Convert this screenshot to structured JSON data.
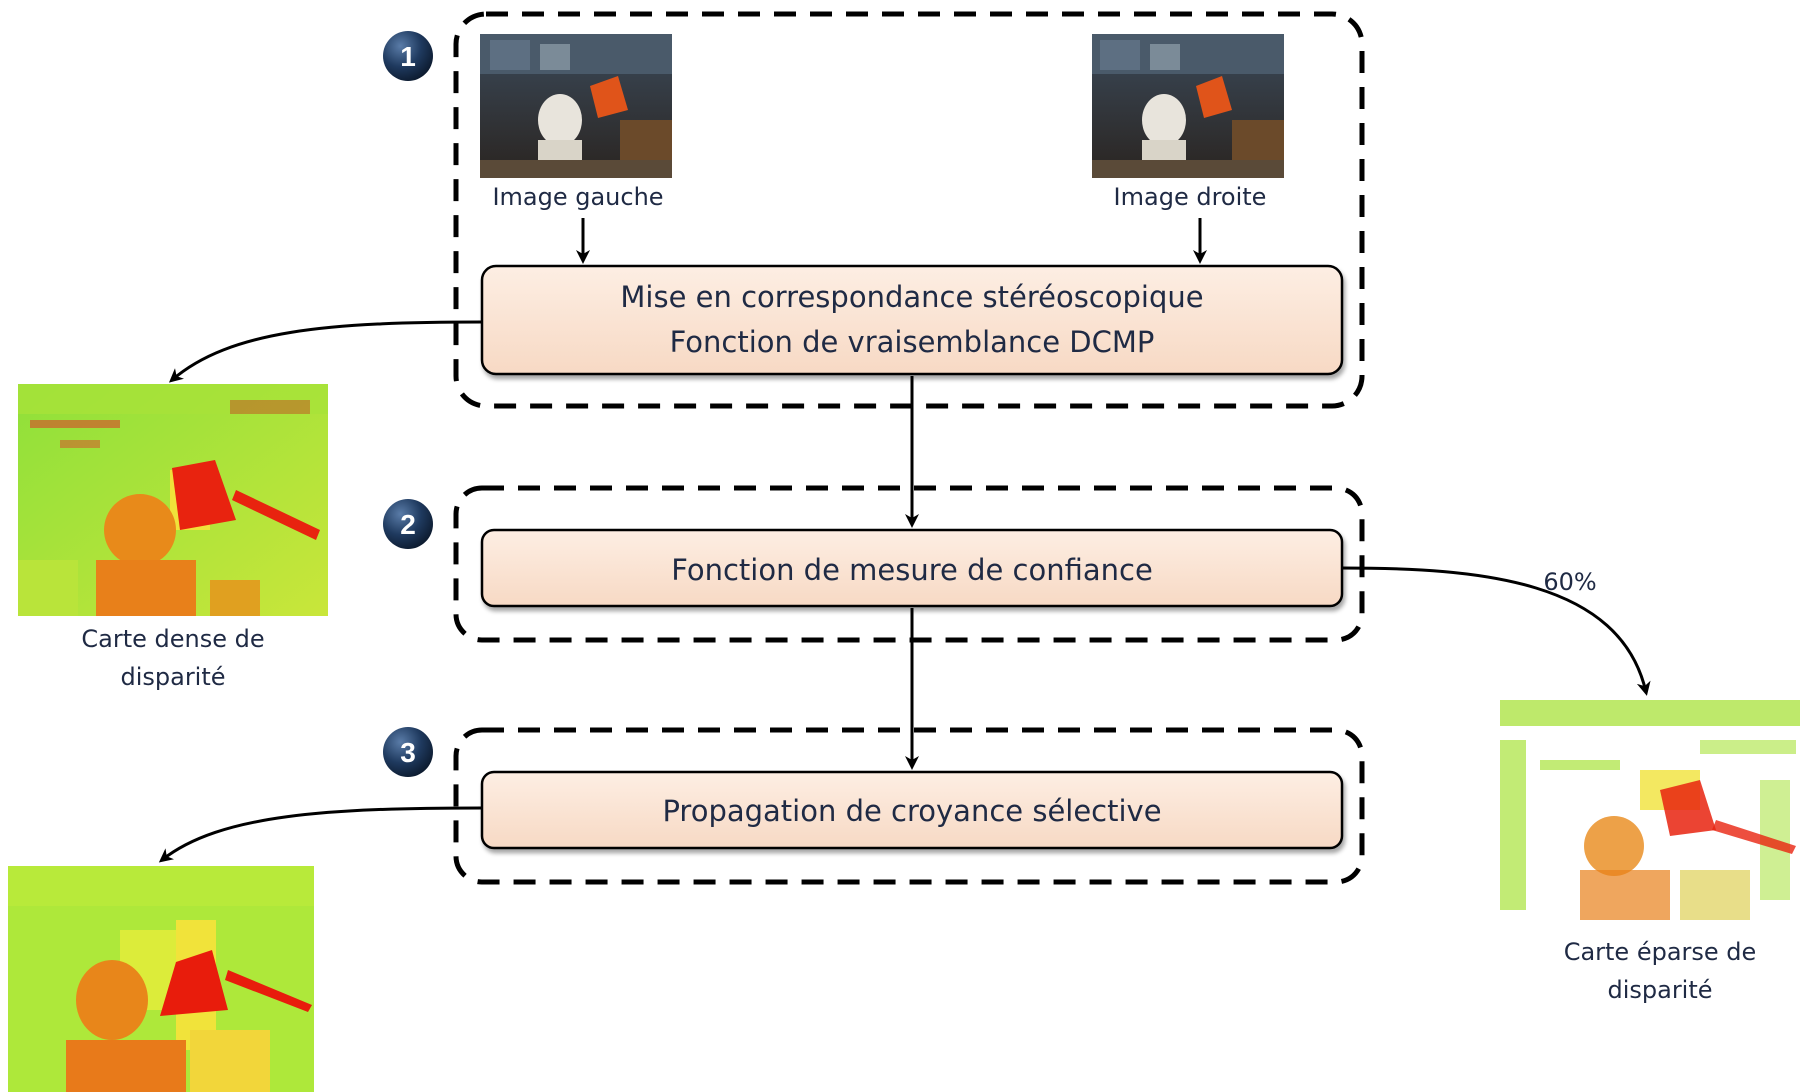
{
  "steps": [
    {
      "number": "1",
      "label_line1": "Mise en correspondance stéréoscopique",
      "label_line2": "Fonction de vraisemblance DCMP"
    },
    {
      "number": "2",
      "label": "Fonction de mesure de confiance"
    },
    {
      "number": "3",
      "label": "Propagation de croyance sélective"
    }
  ],
  "inputs": {
    "left_image": "Image gauche",
    "right_image": "Image droite"
  },
  "outputs": {
    "dense_map_line1": "Carte dense de",
    "dense_map_line2": "disparité",
    "sparse_map_line1": "Carte éparse de",
    "sparse_map_line2": "disparité",
    "sparse_percentage": "60%"
  },
  "colors": {
    "process_box_fill": "#fbe4d5",
    "badge_fill": "#1f3a5f",
    "text": "#1f2a44"
  }
}
